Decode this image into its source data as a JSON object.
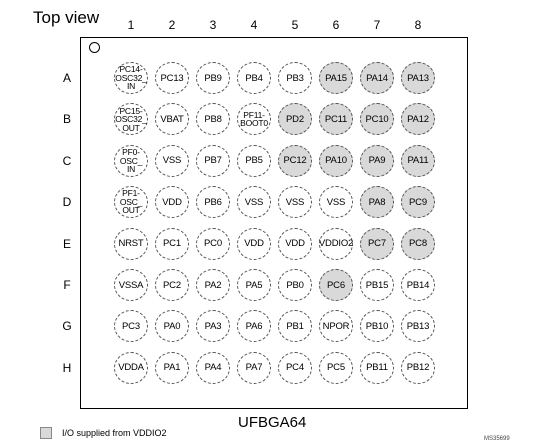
{
  "title": "Top view",
  "package_name": "UFBGA64",
  "legend": {
    "label": "I/O supplied from VDDIO2",
    "color": "#d9d9d9"
  },
  "reference": "MS35699",
  "columns": [
    "1",
    "2",
    "3",
    "4",
    "5",
    "6",
    "7",
    "8"
  ],
  "rows": [
    {
      "label": "A",
      "pins": [
        {
          "name": "PC14-\nOSC32_\nIN",
          "vddio2": false
        },
        {
          "name": "PC13",
          "vddio2": false
        },
        {
          "name": "PB9",
          "vddio2": false
        },
        {
          "name": "PB4",
          "vddio2": false
        },
        {
          "name": "PB3",
          "vddio2": false
        },
        {
          "name": "PA15",
          "vddio2": true
        },
        {
          "name": "PA14",
          "vddio2": true
        },
        {
          "name": "PA13",
          "vddio2": true
        }
      ]
    },
    {
      "label": "B",
      "pins": [
        {
          "name": "PC15-\nOSC32_\nOUT",
          "vddio2": false
        },
        {
          "name": "VBAT",
          "vddio2": false
        },
        {
          "name": "PB8",
          "vddio2": false
        },
        {
          "name": "PF11-\nBOOT0",
          "vddio2": false
        },
        {
          "name": "PD2",
          "vddio2": true
        },
        {
          "name": "PC11",
          "vddio2": true
        },
        {
          "name": "PC10",
          "vddio2": true
        },
        {
          "name": "PA12",
          "vddio2": true
        }
      ]
    },
    {
      "label": "C",
      "pins": [
        {
          "name": "PF0-\nOSC_\nIN",
          "vddio2": false
        },
        {
          "name": "VSS",
          "vddio2": false
        },
        {
          "name": "PB7",
          "vddio2": false
        },
        {
          "name": "PB5",
          "vddio2": false
        },
        {
          "name": "PC12",
          "vddio2": true
        },
        {
          "name": "PA10",
          "vddio2": true
        },
        {
          "name": "PA9",
          "vddio2": true
        },
        {
          "name": "PA11",
          "vddio2": true
        }
      ]
    },
    {
      "label": "D",
      "pins": [
        {
          "name": "PF1-\nOSC_\nOUT",
          "vddio2": false
        },
        {
          "name": "VDD",
          "vddio2": false
        },
        {
          "name": "PB6",
          "vddio2": false
        },
        {
          "name": "VSS",
          "vddio2": false
        },
        {
          "name": "VSS",
          "vddio2": false
        },
        {
          "name": "VSS",
          "vddio2": false
        },
        {
          "name": "PA8",
          "vddio2": true
        },
        {
          "name": "PC9",
          "vddio2": true
        }
      ]
    },
    {
      "label": "E",
      "pins": [
        {
          "name": "NRST",
          "vddio2": false
        },
        {
          "name": "PC1",
          "vddio2": false
        },
        {
          "name": "PC0",
          "vddio2": false
        },
        {
          "name": "VDD",
          "vddio2": false
        },
        {
          "name": "VDD",
          "vddio2": false
        },
        {
          "name": "VDDIO2",
          "vddio2": false
        },
        {
          "name": "PC7",
          "vddio2": true
        },
        {
          "name": "PC8",
          "vddio2": true
        }
      ]
    },
    {
      "label": "F",
      "pins": [
        {
          "name": "VSSA",
          "vddio2": false
        },
        {
          "name": "PC2",
          "vddio2": false
        },
        {
          "name": "PA2",
          "vddio2": false
        },
        {
          "name": "PA5",
          "vddio2": false
        },
        {
          "name": "PB0",
          "vddio2": false
        },
        {
          "name": "PC6",
          "vddio2": true
        },
        {
          "name": "PB15",
          "vddio2": false
        },
        {
          "name": "PB14",
          "vddio2": false
        }
      ]
    },
    {
      "label": "G",
      "pins": [
        {
          "name": "PC3",
          "vddio2": false
        },
        {
          "name": "PA0",
          "vddio2": false
        },
        {
          "name": "PA3",
          "vddio2": false
        },
        {
          "name": "PA6",
          "vddio2": false
        },
        {
          "name": "PB1",
          "vddio2": false
        },
        {
          "name": "NPOR",
          "vddio2": false
        },
        {
          "name": "PB10",
          "vddio2": false
        },
        {
          "name": "PB13",
          "vddio2": false
        }
      ]
    },
    {
      "label": "H",
      "pins": [
        {
          "name": "VDDA",
          "vddio2": false
        },
        {
          "name": "PA1",
          "vddio2": false
        },
        {
          "name": "PA4",
          "vddio2": false
        },
        {
          "name": "PA7",
          "vddio2": false
        },
        {
          "name": "PC4",
          "vddio2": false
        },
        {
          "name": "PC5",
          "vddio2": false
        },
        {
          "name": "PB11",
          "vddio2": false
        },
        {
          "name": "PB12",
          "vddio2": false
        }
      ]
    }
  ]
}
